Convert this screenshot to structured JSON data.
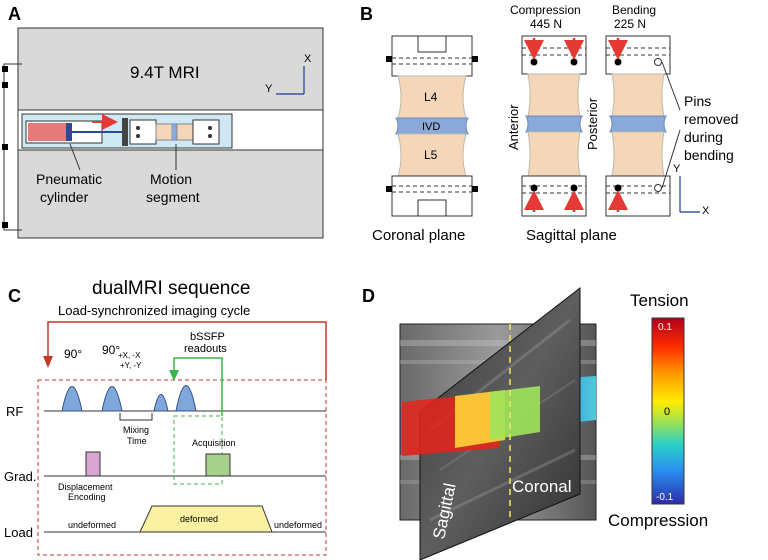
{
  "panelA": {
    "letter": "A",
    "mri_label": "9.4T MRI",
    "axis_x": "X",
    "axis_y": "Y",
    "cyl_line1": "Pneumatic",
    "cyl_line2": "cylinder",
    "seg_line1": "Motion",
    "seg_line2": "segment"
  },
  "panelB": {
    "letter": "B",
    "compression_title": "Compression",
    "compression_force": "445 N",
    "bending_title": "Bending",
    "bending_force": "225 N",
    "l4": "L4",
    "ivd": "IVD",
    "l5": "L5",
    "anterior": "Anterior",
    "posterior": "Posterior",
    "pins_line1": "Pins",
    "pins_line2": "removed",
    "pins_line3": "during",
    "pins_line4": "bending",
    "axis_y": "Y",
    "axis_x": "X",
    "coronal_plane": "Coronal plane",
    "sagittal_plane": "Sagittal plane"
  },
  "panelC": {
    "letter": "C",
    "title": "dualMRI sequence",
    "subtitle": "Load-synchronized imaging cycle",
    "pulse90": "90°",
    "pulse90b": "90°",
    "pulse90b_sub1": "+X, -X",
    "pulse90b_sub2": "+Y, -Y",
    "bssfp_line1": "bSSFP",
    "bssfp_line2": "readouts",
    "mixing_line1": "Mixing",
    "mixing_line2": "Time",
    "acquisition": "Acquisition",
    "disp_line1": "Displacement",
    "disp_line2": "Encoding",
    "row_rf": "RF",
    "row_grad": "Grad.",
    "row_load": "Load",
    "undeformed_left": "undeformed",
    "deformed": "deformed",
    "undeformed_right": "undeformed"
  },
  "panelD": {
    "letter": "D",
    "tension": "Tension",
    "compression": "Compression",
    "tick_top": "0.1",
    "tick_mid": "0",
    "tick_bottom": "-0.1",
    "sagittal": "Sagittal",
    "coronal": "Coronal"
  },
  "colors": {
    "mri_gray": "#d9d9d9",
    "vertebra": "#f6d6b8",
    "disc": "#8aa8d8",
    "arrow_red": "#e53935",
    "pulse_blue": "#7fa7d8",
    "grad_pink": "#d7a6d3",
    "acq_green": "#a8d08d",
    "load_yellow": "#fbf1a3",
    "bssfp_green": "#3bb54a",
    "cycle_red": "#c0392b"
  }
}
